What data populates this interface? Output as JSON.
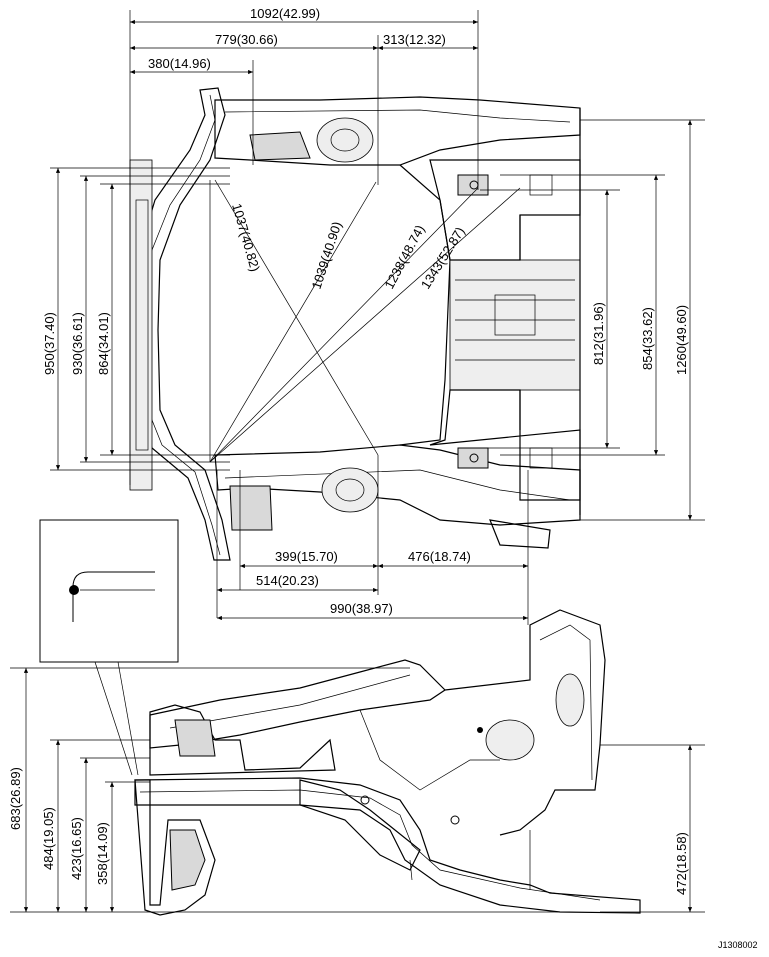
{
  "top_view": {
    "width_dims": [
      "1092(42.99)",
      "779(30.66)",
      "313(12.32)",
      "380(14.96)"
    ],
    "diagonal_dims": [
      "1037(40.82)",
      "1039(40.90)",
      "1238(48.74)",
      "1343(52.87)"
    ],
    "left_height_dims": [
      "950(37.40)",
      "930(36.61)",
      "864(34.01)"
    ],
    "right_height_dims": [
      "812(31.96)",
      "854(33.62)",
      "1260(49.60)"
    ],
    "bottom_dims": [
      "399(15.70)",
      "514(20.23)",
      "476(18.74)",
      "990(38.97)"
    ]
  },
  "side_view": {
    "left_height_dims": [
      "683(26.89)",
      "484(19.05)",
      "423(16.65)",
      "358(14.09)"
    ],
    "right_height_dim": "472(18.58)"
  },
  "figure_code": "J1308002"
}
